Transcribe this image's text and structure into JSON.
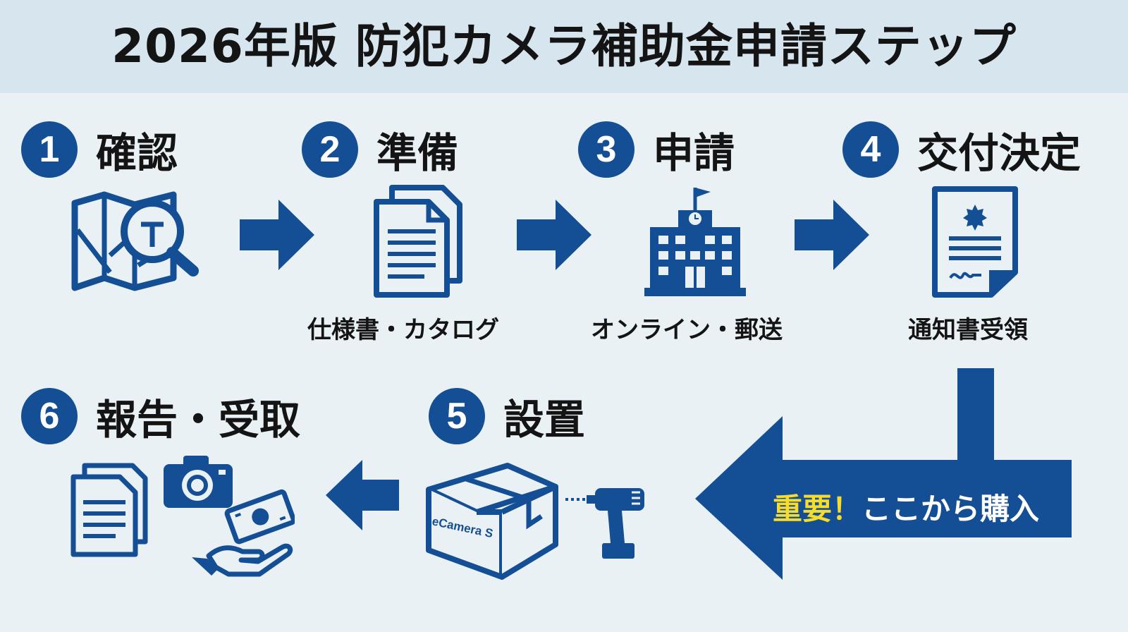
{
  "title": "2026年版 防犯カメラ補助金申請ステップ",
  "colors": {
    "primary": "#144e94",
    "background": "#eaf1f5",
    "header": "#d6e5ee",
    "highlight": "#f7dc2a"
  },
  "steps": [
    {
      "number": "1",
      "title": "確認",
      "icon": "map-search-icon",
      "caption": ""
    },
    {
      "number": "2",
      "title": "準備",
      "icon": "documents-icon",
      "caption": "仕様書・カタログ"
    },
    {
      "number": "3",
      "title": "申請",
      "icon": "government-building-icon",
      "caption": "オンライン・郵送"
    },
    {
      "number": "4",
      "title": "交付決定",
      "icon": "certificate-icon",
      "caption": "通知書受領"
    },
    {
      "number": "5",
      "title": "設置",
      "icon": "camera-box-drill-icon",
      "box_label": "eCamera S",
      "caption": ""
    },
    {
      "number": "6",
      "title": "報告・受取",
      "icon": "report-camera-money-icon",
      "caption": ""
    }
  ],
  "callout": {
    "emphasis": "重要！",
    "text": "ここから購入"
  }
}
